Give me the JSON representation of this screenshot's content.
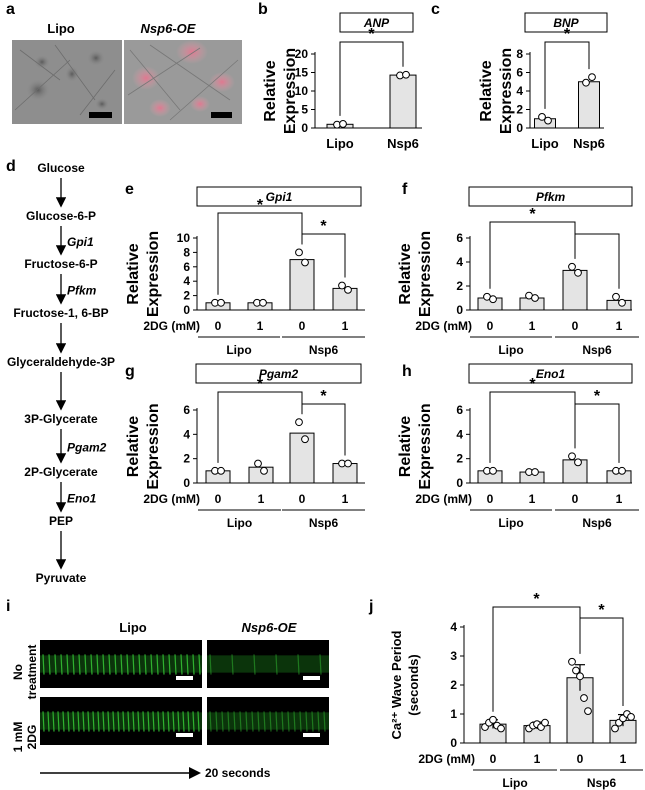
{
  "panels": {
    "a": {
      "letter": "a",
      "labels": [
        "Lipo",
        "Nsp6-OE"
      ]
    },
    "b": {
      "letter": "b"
    },
    "c": {
      "letter": "c"
    },
    "d": {
      "letter": "d",
      "nodes": [
        "Glucose",
        "Glucose-6-P",
        "Fructose-6-P",
        "Fructose-1, 6-BP",
        "Glyceraldehyde-3P",
        "3P-Glycerate",
        "2P-Glycerate",
        "PEP",
        "Pyruvate"
      ],
      "enzymes": [
        "Gpi1",
        "Pfkm",
        "Pgam2",
        "Eno1"
      ]
    },
    "e": {
      "letter": "e"
    },
    "f": {
      "letter": "f"
    },
    "g": {
      "letter": "g"
    },
    "h": {
      "letter": "h"
    },
    "i": {
      "letter": "i",
      "col_labels": [
        "Lipo",
        "Nsp6-OE"
      ],
      "row_labels": [
        [
          "No",
          "treatment"
        ],
        [
          "1 mM",
          "2DG"
        ]
      ],
      "time_label": "20 seconds"
    },
    "j": {
      "letter": "j"
    }
  },
  "chart_data": [
    {
      "id": "b",
      "type": "bar",
      "title": "ANP",
      "ylabel": [
        "Relative",
        "Expression"
      ],
      "categories": [
        "Lipo",
        "Nsp6"
      ],
      "values": [
        1,
        14.3
      ],
      "ylim": [
        0,
        20
      ],
      "yticks": [
        0,
        5,
        10,
        15,
        20
      ],
      "points": [
        [
          0.9,
          1.1
        ],
        [
          14.2,
          14.4
        ]
      ],
      "sig": [
        {
          "from": 0,
          "to": 1,
          "label": "*"
        }
      ]
    },
    {
      "id": "c",
      "type": "bar",
      "title": "BNP",
      "ylabel": [
        "Relative",
        "Expression"
      ],
      "categories": [
        "Lipo",
        "Nsp6"
      ],
      "values": [
        1,
        5
      ],
      "ylim": [
        0,
        8
      ],
      "yticks": [
        0,
        2,
        4,
        6,
        8
      ],
      "points": [
        [
          1.2,
          0.8
        ],
        [
          4.9,
          5.5
        ]
      ],
      "sig": [
        {
          "from": 0,
          "to": 1,
          "label": "*"
        }
      ]
    },
    {
      "id": "e",
      "type": "bar",
      "title": "Gpi1",
      "ylabel": [
        "Relative",
        "Expression"
      ],
      "xprefix": "2DG (mM)",
      "ticklabels": [
        "0",
        "1",
        "0",
        "1"
      ],
      "groups": [
        "Lipo",
        "Nsp6"
      ],
      "values": [
        1,
        1,
        7,
        3
      ],
      "ylim": [
        0,
        10
      ],
      "yticks": [
        0,
        2,
        4,
        6,
        8,
        10
      ],
      "points": [
        [
          1.0,
          1.0
        ],
        [
          1.0,
          1.0
        ],
        [
          8.0,
          6.6
        ],
        [
          3.4,
          2.8
        ]
      ],
      "sig": [
        {
          "from": 0,
          "to": 2,
          "label": "*"
        },
        {
          "from": 2,
          "to": 3,
          "label": "*"
        }
      ]
    },
    {
      "id": "f",
      "type": "bar",
      "title": "Pfkm",
      "ylabel": [
        "Relative",
        "Expression"
      ],
      "xprefix": "2DG (mM)",
      "ticklabels": [
        "0",
        "1",
        "0",
        "1"
      ],
      "groups": [
        "Lipo",
        "Nsp6"
      ],
      "values": [
        1,
        1,
        3.3,
        0.8
      ],
      "ylim": [
        0,
        6
      ],
      "yticks": [
        0,
        2,
        4,
        6
      ],
      "points": [
        [
          1.1,
          0.9
        ],
        [
          1.2,
          1.0
        ],
        [
          3.6,
          3.1
        ],
        [
          1.1,
          0.6
        ]
      ],
      "sig": [
        {
          "from": 0,
          "to": 2,
          "label": "*"
        },
        {
          "from": 2,
          "to": 3,
          "label": ""
        }
      ]
    },
    {
      "id": "g",
      "type": "bar",
      "title": "Pgam2",
      "ylabel": [
        "Relative",
        "Expression"
      ],
      "xprefix": "2DG (mM)",
      "ticklabels": [
        "0",
        "1",
        "0",
        "1"
      ],
      "groups": [
        "Lipo",
        "Nsp6"
      ],
      "values": [
        1,
        1.3,
        4.1,
        1.6
      ],
      "ylim": [
        0,
        6
      ],
      "yticks": [
        0,
        2,
        4,
        6
      ],
      "points": [
        [
          1.0,
          1.0
        ],
        [
          1.6,
          1.0
        ],
        [
          5.0,
          3.6
        ],
        [
          1.6,
          1.6
        ]
      ],
      "sig": [
        {
          "from": 0,
          "to": 2,
          "label": "*"
        },
        {
          "from": 2,
          "to": 3,
          "label": "*"
        }
      ]
    },
    {
      "id": "h",
      "type": "bar",
      "title": "Eno1",
      "ylabel": [
        "Relative",
        "Expression"
      ],
      "xprefix": "2DG (mM)",
      "ticklabels": [
        "0",
        "1",
        "0",
        "1"
      ],
      "groups": [
        "Lipo",
        "Nsp6"
      ],
      "values": [
        1,
        0.9,
        1.9,
        1
      ],
      "ylim": [
        0,
        6
      ],
      "yticks": [
        0,
        2,
        4,
        6
      ],
      "points": [
        [
          1.0,
          1.0
        ],
        [
          0.9,
          0.9
        ],
        [
          2.2,
          1.7
        ],
        [
          1.0,
          1.0
        ]
      ],
      "sig": [
        {
          "from": 0,
          "to": 2,
          "label": "*"
        },
        {
          "from": 2,
          "to": 3,
          "label": "*"
        }
      ]
    },
    {
      "id": "j",
      "type": "bar",
      "title": "",
      "ylabel": [
        "Ca²⁺ Wave Period",
        "(seconds)"
      ],
      "xprefix": "2DG (mM)",
      "ticklabels": [
        "0",
        "1",
        "0",
        "1"
      ],
      "groups": [
        "Lipo",
        "Nsp6"
      ],
      "values": [
        0.65,
        0.6,
        2.25,
        0.78
      ],
      "errors": [
        0.15,
        0.12,
        0.45,
        0.2
      ],
      "ylim": [
        0,
        4
      ],
      "yticks": [
        0,
        1,
        2,
        3,
        4
      ],
      "points": [
        [
          0.55,
          0.7,
          0.8,
          0.6,
          0.5
        ],
        [
          0.5,
          0.6,
          0.65,
          0.55,
          0.7
        ],
        [
          2.8,
          2.5,
          2.3,
          1.55,
          1.1
        ],
        [
          0.5,
          0.7,
          0.85,
          1.0,
          0.9
        ]
      ],
      "sig": [
        {
          "from": 0,
          "to": 2,
          "label": "*"
        },
        {
          "from": 2,
          "to": 3,
          "label": "*"
        }
      ]
    }
  ],
  "colors": {
    "bar_fill": "#e4e4e4",
    "stroke": "#000000",
    "wave_green": "#2fb12f",
    "micro_bg": "#8c8c8c",
    "cell_red": "#e0899a"
  }
}
